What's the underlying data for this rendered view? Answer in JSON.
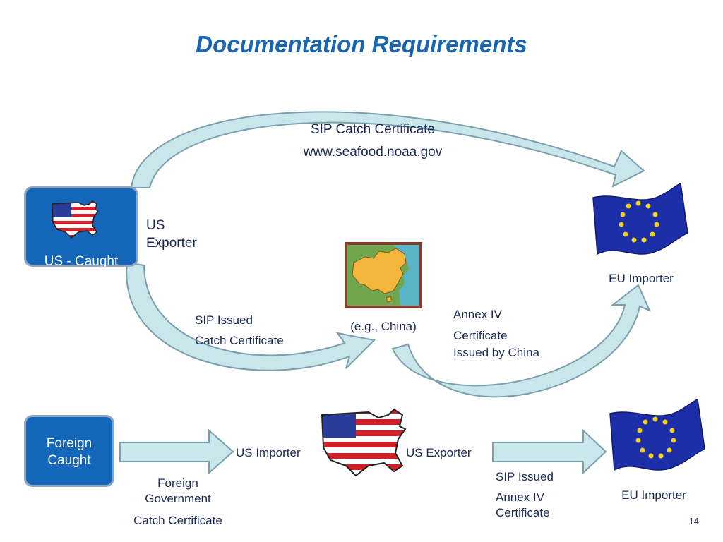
{
  "slide": {
    "title": "Documentation Requirements",
    "page_number": "14"
  },
  "top_flow": {
    "us_caught_box": "US - Caught",
    "us_exporter": "US\nExporter",
    "arc_top_line1": "SIP Catch Certificate",
    "arc_top_line2": "www.seafood.noaa.gov",
    "sip_issued": "SIP Issued",
    "catch_certificate": "Catch Certificate",
    "china_label": "(e.g., China)",
    "annex_iv": "Annex IV",
    "annex_cert": "Certificate\nIssued by China",
    "eu_importer": "EU Importer"
  },
  "bottom_flow": {
    "foreign_caught_box": "Foreign\nCaught",
    "us_importer": "US Importer",
    "us_exporter": "US Exporter",
    "foreign_gov": "Foreign\nGovernment",
    "foreign_catch_cert": "Catch Certificate",
    "sip_issued": "SIP Issued",
    "annex_cert": "Annex IV\nCertificate",
    "eu_importer": "EU Importer"
  },
  "icons": [
    "us-map-flag-icon",
    "eu-flag-icon",
    "china-map-icon"
  ],
  "colors": {
    "title": "#1866b3",
    "box_fill": "#1466b8",
    "arrow_fill": "#c9e6ea",
    "arrow_stroke": "#7a9fae",
    "eu_blue": "#1d2fa8",
    "eu_star": "#f2d21b"
  }
}
